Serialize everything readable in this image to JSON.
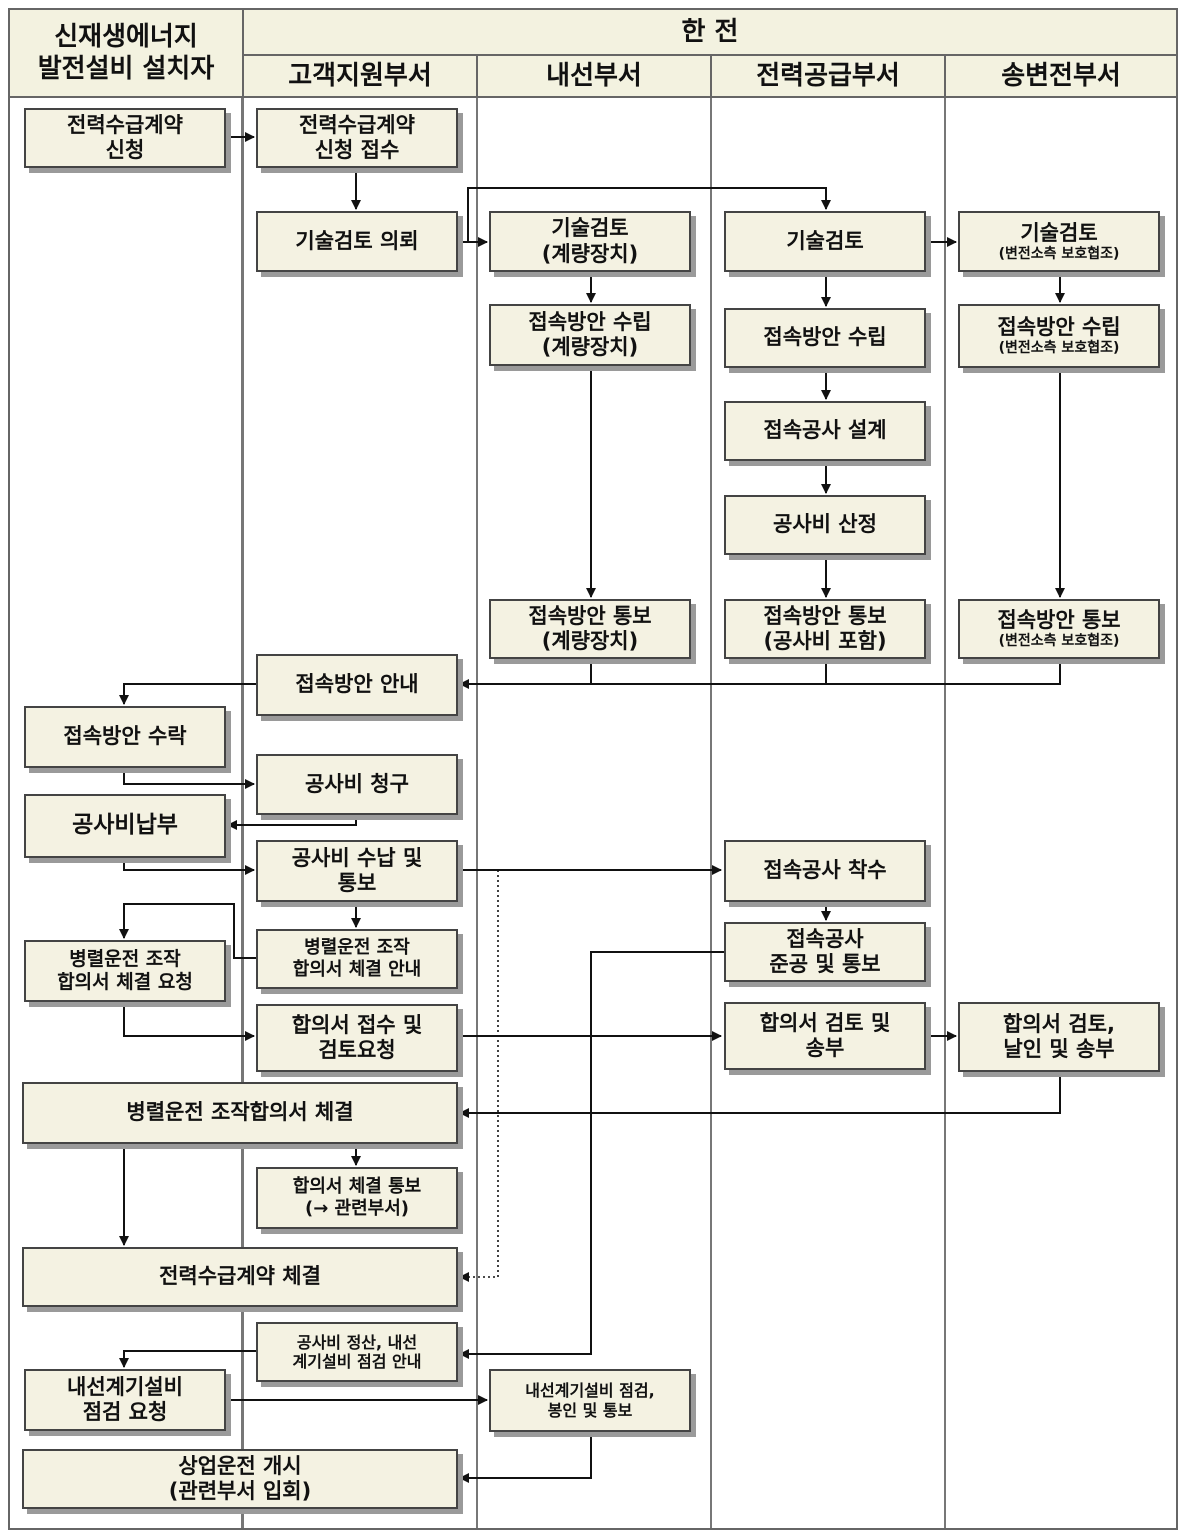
{
  "header": {
    "actor": "신재생에너지\n발전설비 설치자",
    "org": "한 전",
    "lanes": [
      "고객지원부서",
      "내선부서",
      "전력공급부서",
      "송변전부서"
    ]
  },
  "nodes": {
    "n1": "전력수급계약\n신청",
    "n2": "전력수급계약\n신청 접수",
    "n3": "기술검토 의뢰",
    "n4": "기술검토\n(계량장치)",
    "n5": "기술검토",
    "n6_main": "기술검토",
    "n6_sub": "(변전소측 보호협조)",
    "n7": "접속방안 수립\n(계량장치)",
    "n8": "접속방안 수립",
    "n9_main": "접속방안 수립",
    "n9_sub": "(변전소측 보호협조)",
    "n10": "접속공사 설계",
    "n11": "공사비 산정",
    "n12": "접속방안 통보\n(계량장치)",
    "n13": "접속방안 통보\n(공사비 포함)",
    "n14_main": "접속방안 통보",
    "n14_sub": "(변전소측 보호협조)",
    "n15": "접속방안 안내",
    "n16": "접속방안 수락",
    "n17": "공사비 청구",
    "n18": "공사비납부",
    "n19": "공사비 수납 및\n통보",
    "n20": "접속공사 착수",
    "n21": "병렬운전 조작\n합의서 체결 안내",
    "n22": "접속공사\n준공 및 통보",
    "n23": "병렬운전 조작\n합의서 체결 요청",
    "n24": "합의서 접수 및\n검토요청",
    "n25": "합의서 검토 및\n송부",
    "n26": "합의서 검토,\n날인 및 송부",
    "n27": "병렬운전 조작합의서 체결",
    "n28": "합의서 체결 통보\n(→ 관련부서)",
    "n29": "전력수급계약 체결",
    "n30": "공사비 정산, 내선\n계기설비 점검 안내",
    "n31": "내선계기설비\n점검 요청",
    "n32": "내선계기설비 점검,\n봉인 및 통보",
    "n33": "상업운전 개시\n(관련부서 입회)"
  }
}
